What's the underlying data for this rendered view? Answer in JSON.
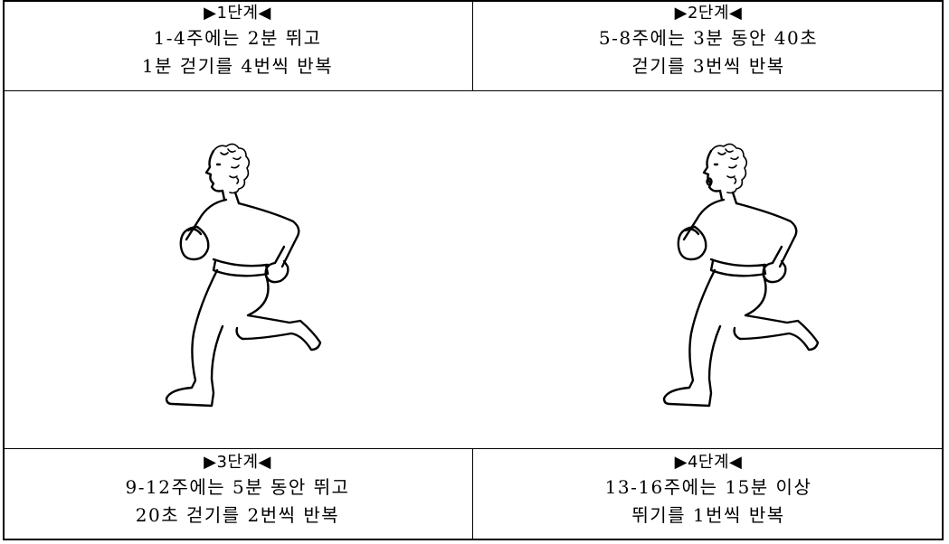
{
  "stages": [
    {
      "title": "▶1단계◀",
      "lines": [
        "1-4주에는 2분 뛰고",
        "1분 걷기를 4번씩 반복"
      ]
    },
    {
      "title": "▶2단계◀",
      "lines": [
        "5-8주에는 3분 동안 40초",
        "걷기를 3번씩 반복"
      ]
    },
    {
      "title": "▶3단계◀",
      "lines": [
        "9-12주에는 5분 동안 뛰고",
        "20초 걷기를 2번씩 반복"
      ]
    },
    {
      "title": "▶4단계◀",
      "lines": [
        "13-16주에는 15분 이상",
        "뛰기를 1번씩 반복"
      ]
    }
  ],
  "figures": [
    {
      "icon": "running-man-icon",
      "expression": "calm"
    },
    {
      "icon": "running-man-icon",
      "expression": "open-mouth"
    }
  ]
}
